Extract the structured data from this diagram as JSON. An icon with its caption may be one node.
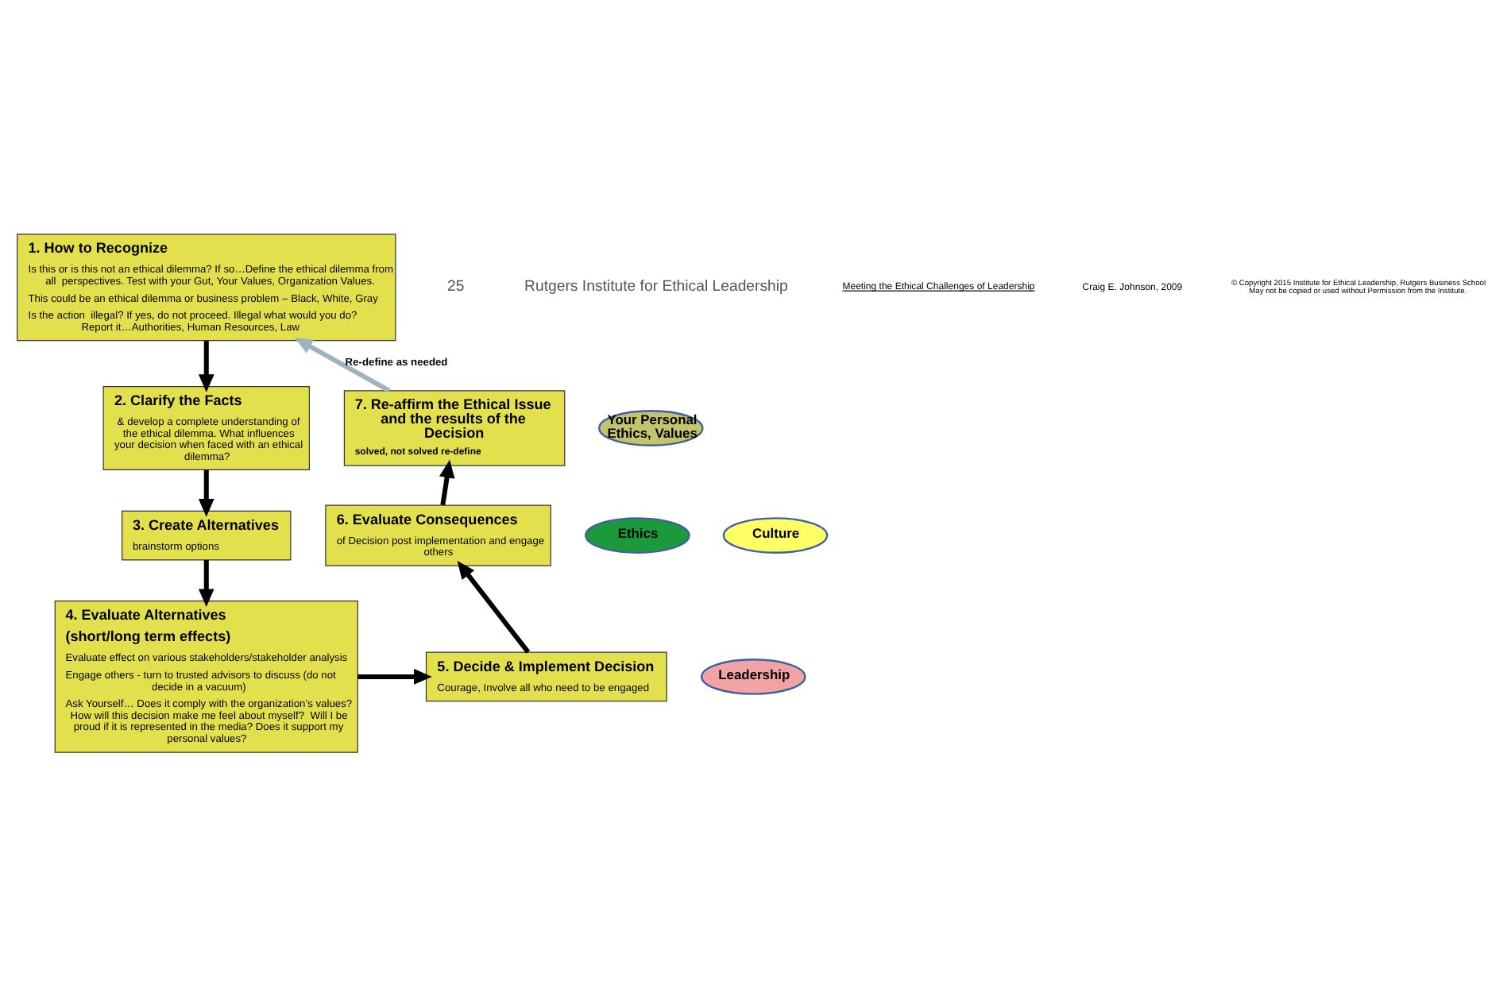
{
  "diagram": {
    "nodes": [
      {
        "text": [
          "1. How to Recognize",
          "Is this or is this not an ethical dilemma? If so…Define the ethical dilemma from all  perspectives. Test with your Gut, Your Values, Organization Values.",
          "This could be an ethical dilemma or business problem – Black, White, Gray",
          "Is the action  illegal? If yes, do not proceed. Illegal what would you do? Report it…Authorities, Human Resources, Law"
        ]
      },
      {
        "text": [
          "2. Clarify the Facts",
          "& develop a complete understanding of the ethical dilemma. What influences your decision when faced with an ethical dilemma?"
        ]
      },
      {
        "text": [
          "3. Create Alternatives",
          "brainstorm options"
        ]
      },
      {
        "text": [
          "4. Evaluate Alternatives",
          "(short/long term effects)",
          "Evaluate effect on various stakeholders/stakeholder analysis",
          "Engage others - turn to trusted advisors to discuss (do not decide in a vacuum)",
          "Ask Yourself… Does it comply with the organization’s values? How will this decision make me feel about myself?  Will I be proud if it is represented in the media? Does it support my personal values?"
        ]
      },
      {
        "text": [
          "5. Decide & Implement Decision",
          "Courage, Involve all who need to be engaged"
        ]
      },
      {
        "text": [
          "6. Evaluate Consequences",
          "of Decision post implementation and engage others"
        ]
      },
      {
        "text": [
          "7. Re-affirm the Ethical Issue and the results of the Decision",
          "solved, not solved re-define"
        ]
      },
      {
        "text": [
          "Your Personal Ethics, Values"
        ]
      },
      {
        "text": [
          "Ethics"
        ]
      },
      {
        "text": [
          "Culture"
        ]
      },
      {
        "text": [
          "Leadership"
        ]
      }
    ],
    "edges": [
      {
        "from": 0,
        "to": 1,
        "arrow": "to"
      },
      {
        "from": 1,
        "to": 2,
        "arrow": "to"
      },
      {
        "from": 2,
        "to": 3,
        "arrow": "to"
      },
      {
        "from": 3,
        "to": 4,
        "arrow": "to"
      },
      {
        "from": 4,
        "to": 5,
        "arrow": "to"
      },
      {
        "from": 5,
        "to": 6,
        "arrow": "to"
      },
      {
        "from": 6,
        "to": 0,
        "arrow": "to",
        "label": "Re-define as needed",
        "color": "#9fb3bf"
      }
    ],
    "labels": [
      "25",
      "Rutgers Institute for Ethical Leadership",
      "Meeting the Ethical Challenges of Leadership",
      "Craig E. Johnson, 2009",
      "© Copyright 2015 Institute for Ethical Leadership, Rutgers Business School May not be copied or used without Permission from the Institute."
    ]
  }
}
